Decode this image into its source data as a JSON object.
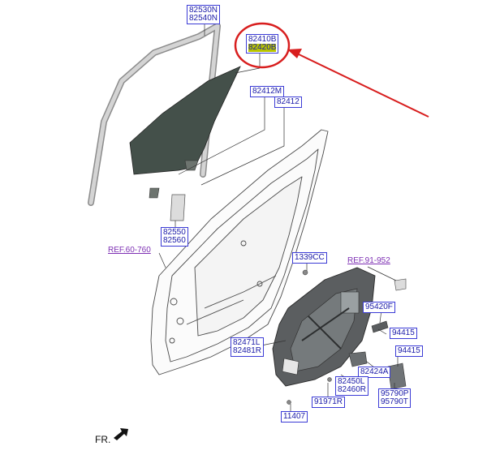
{
  "parts": {
    "l1": [
      "82530N",
      "82540N"
    ],
    "l2": [
      "82410B",
      "82420B"
    ],
    "l3": "82412M",
    "l4": "82412",
    "l5": [
      "82550",
      "82560"
    ],
    "l6": "1339CC",
    "l7": "95420F",
    "l8": "94415",
    "l9": [
      "82471L",
      "82481R"
    ],
    "l10": "94415",
    "l11": "82424A",
    "l12": [
      "82450L",
      "82460R"
    ],
    "l13": [
      "95790P",
      "95790T"
    ],
    "l14": "91971R",
    "l15": "11407"
  },
  "refs": {
    "r1": "REF.60-760",
    "r2": "REF.91-952"
  },
  "direction": "FR.",
  "colors": {
    "label_text": "#1a1aa8",
    "label_border": "#3b3bd6",
    "ref_text": "#7d2fb3",
    "highlight_circle": "#d81e1e",
    "highlight_fill": "#b8c400",
    "glass": "#44504a"
  }
}
